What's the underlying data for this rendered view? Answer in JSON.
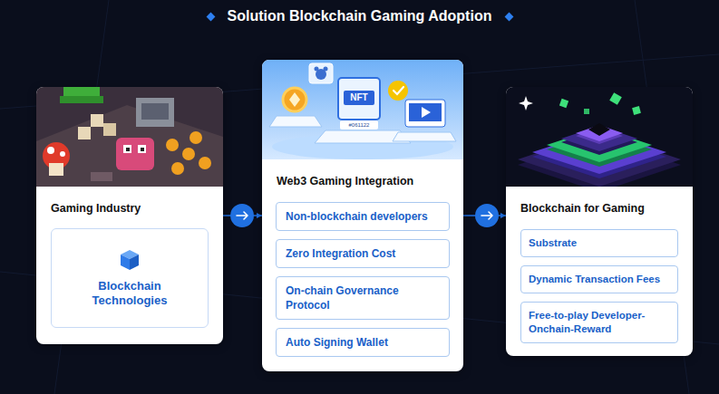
{
  "diagram": {
    "title": "Solution Blockchain Gaming Adoption",
    "nodes": [
      {
        "text": [
          "Gaming Industry"
        ]
      },
      {
        "text": [
          "Blockchain Technologies"
        ],
        "in": 0
      },
      {
        "text": [
          "Web3 Gaming Integration"
        ]
      },
      {
        "text": [
          "Non-blockchain developers"
        ],
        "in": 2
      },
      {
        "text": [
          "Zero Integration Cost"
        ],
        "in": 2
      },
      {
        "text": [
          "On-chain Governance Protocol"
        ],
        "in": 2
      },
      {
        "text": [
          "Auto Signing Wallet"
        ],
        "in": 2
      },
      {
        "text": [
          "Blockchain for Gaming"
        ]
      },
      {
        "text": [
          "Substrate"
        ],
        "in": 7
      },
      {
        "text": [
          "Dynamic Transaction Fees"
        ],
        "in": 7
      },
      {
        "text": [
          "Free-to-play Developer-Onchain-Reward"
        ],
        "in": 7
      }
    ],
    "edges": [
      {
        "from": 0,
        "to": 2,
        "arrow": "to"
      },
      {
        "from": 2,
        "to": 7,
        "arrow": "to"
      }
    ],
    "labels": [
      "NFT",
      "#061122"
    ]
  }
}
